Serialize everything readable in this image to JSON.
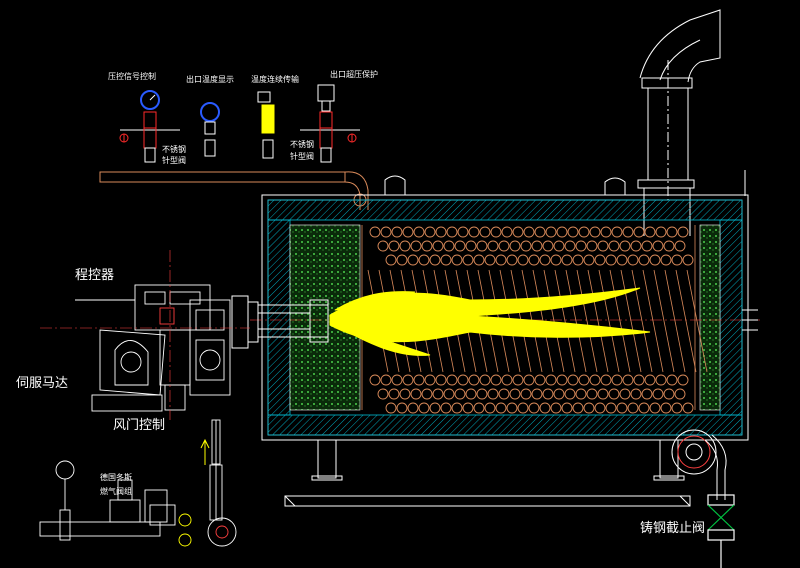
{
  "top_labels": {
    "pressure_signal": "压控信号控制",
    "outlet_temp_display": "出口温度显示",
    "temp_transmitter": "温度连续传输",
    "outlet_overpressure": "出口超压保护"
  },
  "needle_valve_label_1": [
    "不锈钢",
    "针型阀"
  ],
  "needle_valve_label_2": [
    "不锈钢",
    "针型阀"
  ],
  "programmer_label": "程控器",
  "servo_motor_label": "伺服马达",
  "damper_control_label": "风门控制",
  "gas_valve_group_label": [
    "德国冬斯",
    "燃气阀组"
  ],
  "cast_steel_valve_label": "铸钢截止阀",
  "colors": {
    "background": "#000000",
    "flame": "#ffff00",
    "cad_lines": "#ffffff",
    "tubes": "#d98a5a",
    "insulation_cyan": "#00bcd4",
    "insulation_green": "#2e8b2e",
    "valve_red": "#ff2a2a",
    "gauge_blue": "#2a5bff",
    "valve_green": "#00c040"
  }
}
